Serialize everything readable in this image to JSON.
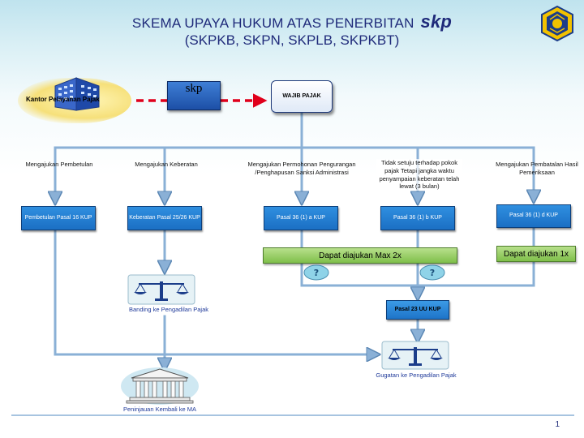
{
  "header": {
    "title_line1": "SKEMA UPAYA HUKUM ATAS PENERBITAN",
    "title_skp": "skp",
    "title_line2": "(SKPKB, SKPN, SKPLB, SKPKBT)"
  },
  "nodes": {
    "kantor": "Kantor Pelayanan Pajak",
    "skp": "skp",
    "wajib_pajak": "WAJIB PAJAK",
    "pembetulan_box": "Pembetulan Pasal 16 KUP",
    "keberatan_box": "Keberatan Pasal 25/26 KUP",
    "pasal36a_box": "Pasal 36 (1) a KUP",
    "pasal36b_box": "Pasal 36 (1) b KUP",
    "pasal36d_box": "Pasal 36 (1) d KUP",
    "pasal23_box": "Pasal 23 UU KUP",
    "max2x": "Dapat diajukan Max 2x",
    "max1x": "Dapat diajukan 1x"
  },
  "labels": {
    "pembetulan": "Mengajukan Pembetulan",
    "keberatan": "Mengajukan Keberatan",
    "permohonan": "Mengajukan Permohonan Pengurangan /Penghapusan Sanksi Administrasi",
    "tidak_setuju": "Tidak setuju terhadap pokok pajak Tetapi jangka waktu penyampaian keberatan telah lewat (3 bulan)",
    "pembatalan": "Mengajukan Pembatalan Hasil Pemeriksaan",
    "banding": "Banding ke Pengadilan Pajak",
    "gugatan": "Gugatan ke Pengadilan Pajak",
    "peninjauan": "Peninjauan Kembali ke MA"
  },
  "footer": {
    "page_number": "1"
  },
  "colors": {
    "title": "#1f2a7a",
    "box_blue": "#1b6fc4",
    "box_green": "#7fbf4a",
    "arrow": "#8ab0d6",
    "dashed_arrow": "#e0001b"
  }
}
